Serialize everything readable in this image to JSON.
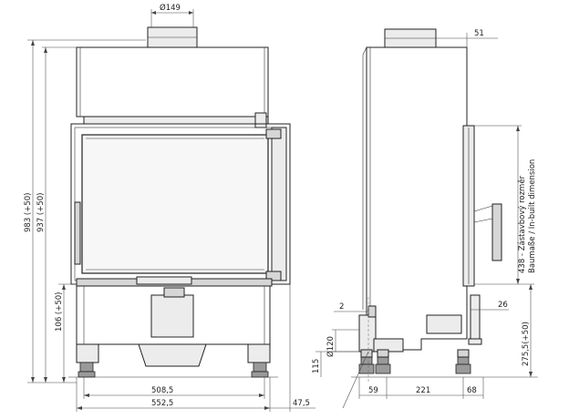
{
  "front_view": {
    "flue_label": "Ø149",
    "height_total": "983 (+50)",
    "height_inner": "937 (+50)",
    "height_base": "106 (+50)",
    "width_inner": "508,5",
    "width_total": "552,5",
    "offset_right": "47,5"
  },
  "side_view": {
    "flue_offset": "51",
    "inlet_diameter": "Ø120",
    "inlet_height": "115",
    "depth_left": "59",
    "depth_mid": "221",
    "depth_right": "68",
    "offset_small": "2",
    "side_26": "26",
    "height_lower": "275,5(+50)",
    "in_built_cz": "438 - Zástavbový rozměr",
    "in_built_de_en": "Baumaße / In-built dimension"
  }
}
